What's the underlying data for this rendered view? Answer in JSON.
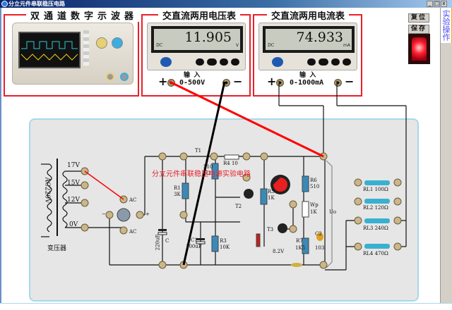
{
  "window": {
    "title": "分立元件串联稳压电路",
    "controls": [
      "_",
      "□",
      "x"
    ]
  },
  "oscilloscope": {
    "title": "双通道数字示波器"
  },
  "voltmeter": {
    "title": "交直流两用电压表",
    "mode": "DC",
    "reading": "11.905",
    "unit": "V",
    "input_label": "输 入",
    "range": "0-500V",
    "plus": "+",
    "minus": "−"
  },
  "ammeter": {
    "title": "交直流两用电流表",
    "mode": "DC",
    "reading": "74.933",
    "unit": "mA",
    "input_label": "输 入",
    "range": "0-1000mA",
    "plus": "+",
    "minus": "−"
  },
  "side": {
    "reset_label": "复位",
    "save_label": "保存",
    "tab_label": "实验操作"
  },
  "board": {
    "title": "分立元件串联稳压电源实验电路",
    "transformer": {
      "label": "变压器",
      "primary": "AC220V",
      "taps": [
        "17V",
        "15V",
        "12V",
        "0V"
      ]
    },
    "bridge": {
      "ac_top": "AC",
      "ac_bottom": "AC",
      "plus": "+",
      "minus": "−"
    },
    "components": {
      "C": "C",
      "C_value": "220uF",
      "C1": "C1",
      "C1_value": "100uF",
      "T1": "T1",
      "T2": "T2",
      "T3": "T3",
      "R1": "R1",
      "R1_value": "3K",
      "R2": "R2",
      "R2_value": "510",
      "R3": "R3",
      "R3_value": "10K",
      "R4": "R4 10",
      "R5": "R5",
      "R5_value": "1K",
      "R6": "R6",
      "R6_value": "510",
      "R7": "R7",
      "R7_value": "1K5",
      "Wp": "Wp",
      "Wp_value": "1K",
      "C2": "C2",
      "C2_value": "103",
      "Dz": "8.2V",
      "Uo": "Uo"
    },
    "loads": [
      "RL1 100Ω",
      "RL2 120Ω",
      "RL3 240Ω",
      "RL4 470Ω"
    ]
  },
  "colors": {
    "frame_red": "#e8202a",
    "board_border": "#a8d8ea",
    "wire_red": "#ff0000",
    "wire_black": "#000000"
  }
}
